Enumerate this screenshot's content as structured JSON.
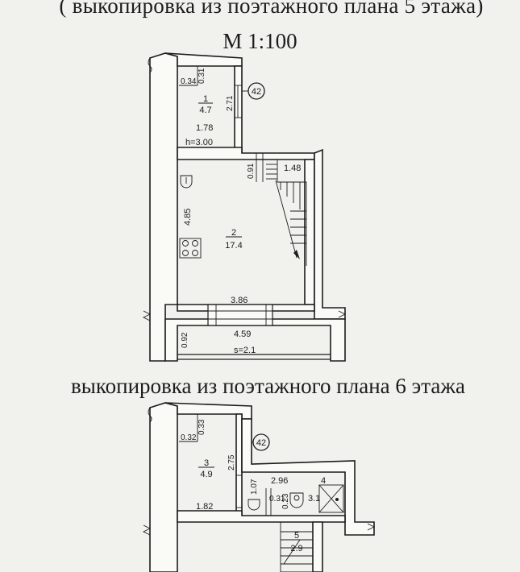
{
  "titles": {
    "floor5_title": "( выкопировка из поэтажного плана 5 этажа)",
    "scale": "М 1:100",
    "floor6_title": "выкопировка из поэтажного плана 6 этажа"
  },
  "floor5": {
    "dims": {
      "wall_left": "0.34",
      "wall_top": "0.31",
      "room1_height": "2.71",
      "room1_width": "1.78",
      "ceiling": "h=3.00",
      "stair_top": "0.91",
      "stair_width": "1.48",
      "room2_height": "4.85",
      "room2_width": "3.86",
      "balcony_depth": "0.92",
      "balcony_width": "4.59",
      "balcony_area": "s=2.1"
    },
    "rooms": [
      {
        "num": "1",
        "area": "4.7"
      },
      {
        "num": "2",
        "area": "17.4"
      }
    ],
    "marker": "42"
  },
  "floor6": {
    "dims": {
      "wall_left": "0.32",
      "wall_top": "0.33",
      "room3_height": "2.75",
      "room3_width": "1.82",
      "bath_height": "1.07",
      "room4_width": "2.96",
      "small1": "0.31",
      "small2": "0.23"
    },
    "rooms": [
      {
        "num": "3",
        "area": "4.9"
      },
      {
        "num": "4",
        "area": "3.1"
      },
      {
        "num": "5",
        "area": "2.9"
      }
    ],
    "marker": "42"
  }
}
